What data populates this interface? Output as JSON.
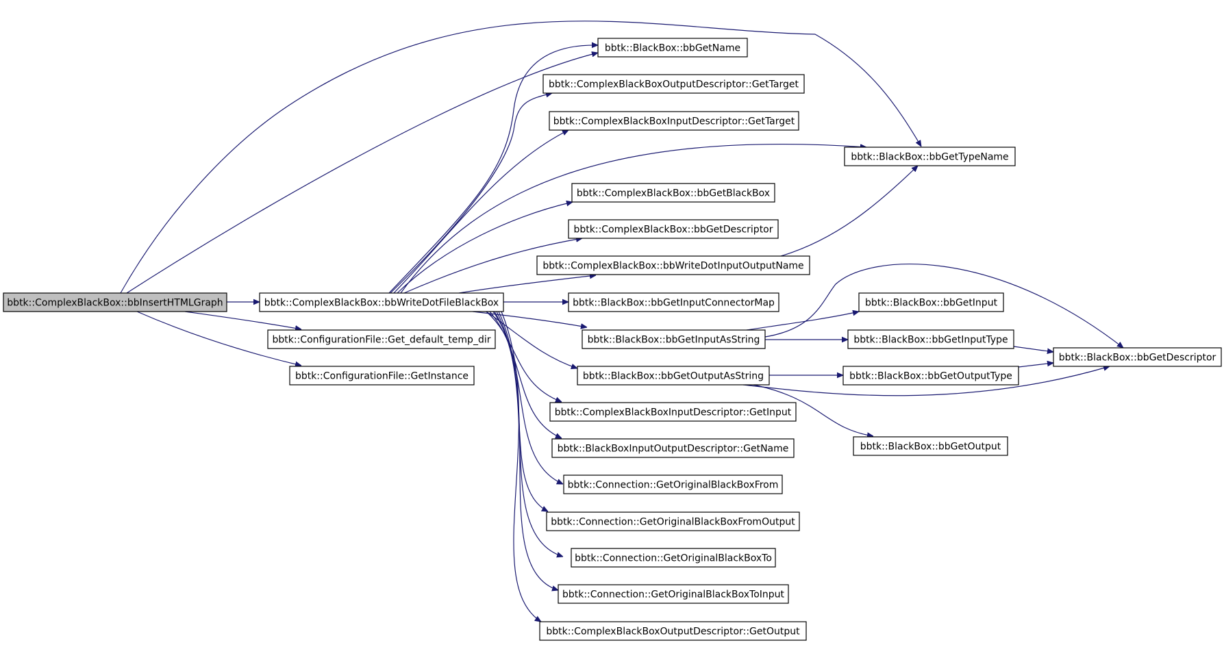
{
  "diagram": {
    "title": "",
    "colors": {
      "edge": "#191970",
      "root_fill": "#bfbfbf",
      "node_fill": "#ffffff",
      "node_border": "#000000"
    },
    "nodes": [
      {
        "id": "insert_html_graph",
        "label": "bbtk::ComplexBlackBox::bbInsertHTMLGraph",
        "root": true
      },
      {
        "id": "write_dot_file",
        "label": "bbtk::ComplexBlackBox::bbWriteDotFileBlackBox"
      },
      {
        "id": "get_default_temp_dir",
        "label": "bbtk::ConfigurationFile::Get_default_temp_dir"
      },
      {
        "id": "get_instance",
        "label": "bbtk::ConfigurationFile::GetInstance"
      },
      {
        "id": "bb_get_name",
        "label": "bbtk::BlackBox::bbGetName"
      },
      {
        "id": "cbb_output_get_target",
        "label": "bbtk::ComplexBlackBoxOutputDescriptor::GetTarget"
      },
      {
        "id": "cbb_input_get_target",
        "label": "bbtk::ComplexBlackBoxInputDescriptor::GetTarget"
      },
      {
        "id": "bb_get_type_name",
        "label": "bbtk::BlackBox::bbGetTypeName"
      },
      {
        "id": "cbb_get_black_box",
        "label": "bbtk::ComplexBlackBox::bbGetBlackBox"
      },
      {
        "id": "cbb_get_descriptor",
        "label": "bbtk::ComplexBlackBox::bbGetDescriptor"
      },
      {
        "id": "write_dot_io_name",
        "label": "bbtk::ComplexBlackBox::bbWriteDotInputOutputName"
      },
      {
        "id": "get_input_connector_map",
        "label": "bbtk::BlackBox::bbGetInputConnectorMap"
      },
      {
        "id": "get_input_as_string",
        "label": "bbtk::BlackBox::bbGetInputAsString"
      },
      {
        "id": "get_output_as_string",
        "label": "bbtk::BlackBox::bbGetOutputAsString"
      },
      {
        "id": "cbb_input_get_input",
        "label": "bbtk::ComplexBlackBoxInputDescriptor::GetInput"
      },
      {
        "id": "bbio_get_name",
        "label": "bbtk::BlackBoxInputOutputDescriptor::GetName"
      },
      {
        "id": "conn_from",
        "label": "bbtk::Connection::GetOriginalBlackBoxFrom"
      },
      {
        "id": "conn_from_output",
        "label": "bbtk::Connection::GetOriginalBlackBoxFromOutput"
      },
      {
        "id": "conn_to",
        "label": "bbtk::Connection::GetOriginalBlackBoxTo"
      },
      {
        "id": "conn_to_input",
        "label": "bbtk::Connection::GetOriginalBlackBoxToInput"
      },
      {
        "id": "cbb_output_get_output",
        "label": "bbtk::ComplexBlackBoxOutputDescriptor::GetOutput"
      },
      {
        "id": "bb_get_input",
        "label": "bbtk::BlackBox::bbGetInput"
      },
      {
        "id": "bb_get_input_type",
        "label": "bbtk::BlackBox::bbGetInputType"
      },
      {
        "id": "bb_get_output_type",
        "label": "bbtk::BlackBox::bbGetOutputType"
      },
      {
        "id": "bb_get_output",
        "label": "bbtk::BlackBox::bbGetOutput"
      },
      {
        "id": "bb_get_descriptor",
        "label": "bbtk::BlackBox::bbGetDescriptor"
      }
    ],
    "edges": [
      {
        "from": "insert_html_graph",
        "to": "bb_get_type_name"
      },
      {
        "from": "insert_html_graph",
        "to": "bb_get_name"
      },
      {
        "from": "insert_html_graph",
        "to": "write_dot_file"
      },
      {
        "from": "insert_html_graph",
        "to": "get_default_temp_dir"
      },
      {
        "from": "insert_html_graph",
        "to": "get_instance"
      },
      {
        "from": "write_dot_file",
        "to": "bb_get_name"
      },
      {
        "from": "write_dot_file",
        "to": "cbb_output_get_target"
      },
      {
        "from": "write_dot_file",
        "to": "cbb_input_get_target"
      },
      {
        "from": "write_dot_file",
        "to": "bb_get_type_name"
      },
      {
        "from": "write_dot_file",
        "to": "cbb_get_black_box"
      },
      {
        "from": "write_dot_file",
        "to": "cbb_get_descriptor"
      },
      {
        "from": "write_dot_file",
        "to": "write_dot_io_name"
      },
      {
        "from": "write_dot_file",
        "to": "get_input_connector_map"
      },
      {
        "from": "write_dot_file",
        "to": "get_input_as_string"
      },
      {
        "from": "write_dot_file",
        "to": "get_output_as_string"
      },
      {
        "from": "write_dot_file",
        "to": "cbb_input_get_input"
      },
      {
        "from": "write_dot_file",
        "to": "bbio_get_name"
      },
      {
        "from": "write_dot_file",
        "to": "conn_from"
      },
      {
        "from": "write_dot_file",
        "to": "conn_from_output"
      },
      {
        "from": "write_dot_file",
        "to": "conn_to"
      },
      {
        "from": "write_dot_file",
        "to": "conn_to_input"
      },
      {
        "from": "write_dot_file",
        "to": "cbb_output_get_output"
      },
      {
        "from": "write_dot_io_name",
        "to": "bb_get_type_name"
      },
      {
        "from": "get_input_as_string",
        "to": "bb_get_input"
      },
      {
        "from": "get_input_as_string",
        "to": "bb_get_input_type"
      },
      {
        "from": "get_input_as_string",
        "to": "bb_get_descriptor"
      },
      {
        "from": "get_output_as_string",
        "to": "bb_get_output_type"
      },
      {
        "from": "get_output_as_string",
        "to": "bb_get_output"
      },
      {
        "from": "get_output_as_string",
        "to": "bb_get_descriptor"
      },
      {
        "from": "bb_get_input_type",
        "to": "bb_get_descriptor"
      },
      {
        "from": "bb_get_output_type",
        "to": "bb_get_descriptor"
      }
    ]
  }
}
